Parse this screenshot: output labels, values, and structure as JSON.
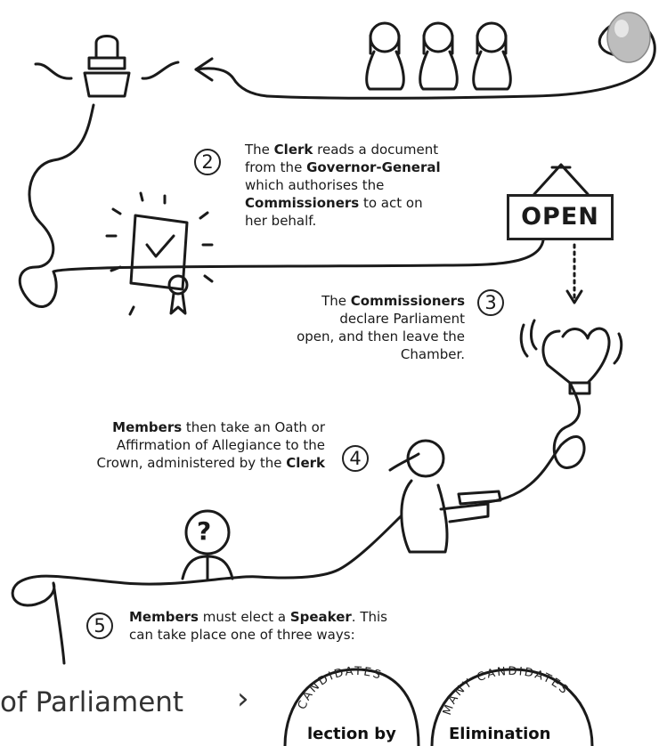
{
  "steps": {
    "step2": {
      "number": "2",
      "line1_pre": "The ",
      "line1_b": "Clerk",
      "line1_post": " reads a document",
      "line2_pre": "from the ",
      "line2_b": "Governor-General",
      "line3": "which authorises the",
      "line4_b": "Commissioners",
      "line4_post": " to act on",
      "line5": "her behalf."
    },
    "step3": {
      "number": "3",
      "line1_pre": "The ",
      "line1_b": "Commissioners",
      "line2": "declare Parliament",
      "line3": "open, and then leave the",
      "line4": "Chamber."
    },
    "step4": {
      "number": "4",
      "line1_b": "Members",
      "line1_post": " then take an Oath or",
      "line2": "Affirmation of Allegiance to the",
      "line3_pre": "Crown, administered by the ",
      "line3_b": "Clerk"
    },
    "step5": {
      "number": "5",
      "line1_b1": "Members",
      "line1_mid": " must elect a ",
      "line1_b2": "Speaker",
      "line1_post": ". This",
      "line2": "can take place one of three ways:"
    }
  },
  "open_sign": "OPEN",
  "question_mark": "?",
  "breadcrumb": {
    "text": "of Parliament",
    "next_icon": "chevron-right-icon"
  },
  "badges": [
    {
      "arc_text": "CANDIDATES",
      "title": "lection by"
    },
    {
      "arc_text": "MANY CANDIDATES",
      "title": "Elimination"
    }
  ],
  "colors": {
    "ink": "#1a1a1a",
    "background": "#ffffff"
  }
}
